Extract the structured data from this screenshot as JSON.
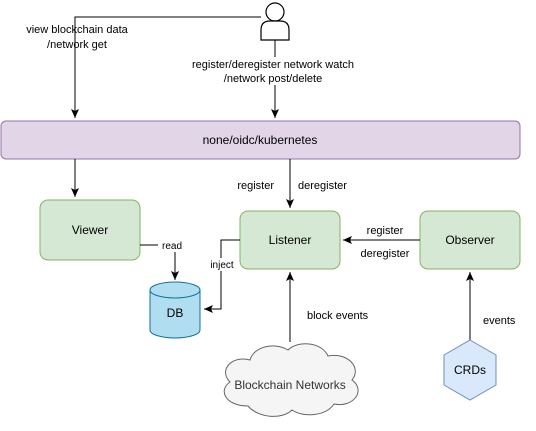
{
  "user": {
    "icon": "user-icon"
  },
  "edges": {
    "view_label": [
      "view blockchain data",
      "/network get"
    ],
    "register_watch_label": [
      "register/deregister network watch",
      "/network post/delete"
    ],
    "register_label": "register",
    "deregister_label": "deregister",
    "read_label": "read",
    "inject_label": "inject",
    "observer_register_label": "register",
    "observer_deregister_label": "deregister",
    "block_events_label": "block events",
    "events_label": "events"
  },
  "nodes": {
    "auth_bar": "none/oidc/kubernetes",
    "viewer": "Viewer",
    "listener": "Listener",
    "observer": "Observer",
    "db": "DB",
    "blockchain": "Blockchain Networks",
    "crds": "CRDs"
  },
  "colors": {
    "auth_fill": "#e1d5e7",
    "auth_stroke": "#9673a6",
    "node_fill": "#d5e8d4",
    "node_stroke": "#82b366",
    "db_fill": "#b1ddf0",
    "db_stroke": "#10739e",
    "crds_fill": "#dae8fc",
    "crds_stroke": "#6c8ebf",
    "cloud_fill": "#f5f5f5",
    "cloud_stroke": "#666666"
  }
}
